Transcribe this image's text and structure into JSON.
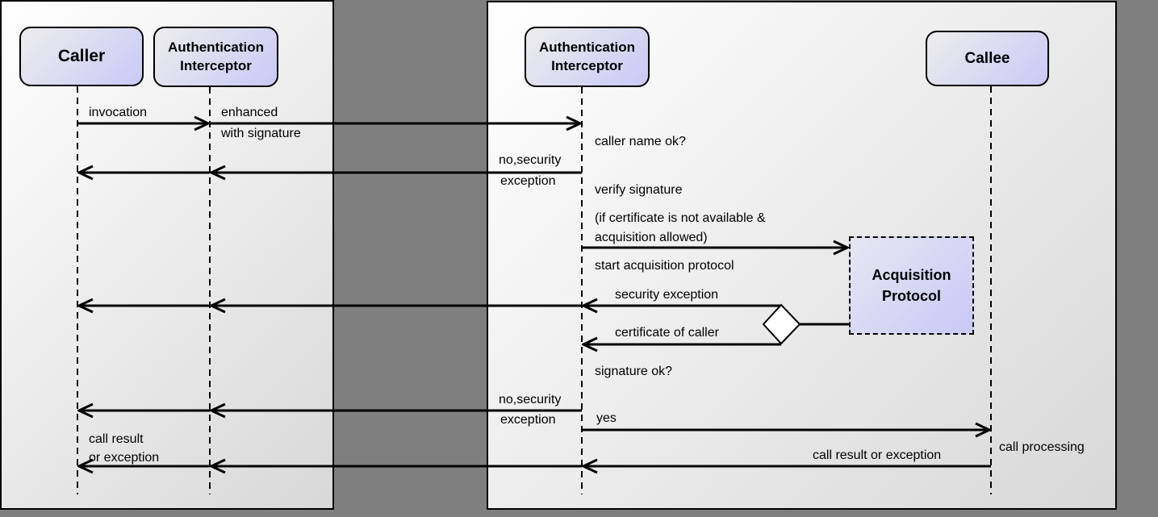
{
  "colors": {
    "canvas_bg": "#7f7f7f",
    "panel_border": "#000000",
    "panel_gradient_start": "#ffffff",
    "panel_gradient_end": "#d8d8d8",
    "box_gradient_start": "#ededed",
    "box_gradient_end": "#c9c9f7",
    "line": "#000000"
  },
  "left_panel": {
    "actors": {
      "caller": "Caller",
      "auth_interceptor": "Authentication\nInterceptor"
    },
    "messages": {
      "invocation": "invocation",
      "enhanced_l1": "enhanced",
      "enhanced_l2": "with signature",
      "call_result_l1": "call result",
      "call_result_l2": "or exception"
    }
  },
  "right_panel": {
    "actors": {
      "auth_interceptor": "Authentication\nInterceptor",
      "callee": "Callee"
    },
    "activity_box": "Acquisition\nProtocol",
    "messages": {
      "caller_name_ok": "caller name ok?",
      "no_security_l1": "no,security",
      "no_security_l2": "exception",
      "verify_signature": "verify signature",
      "if_certificate_l1": "(if certificate is not available &",
      "if_certificate_l2": "acquisition allowed)",
      "start_acquisition": "start acquisition protocol",
      "security_exception": "security exception",
      "certificate_of_caller": "certificate of caller",
      "signature_ok": "signature ok?",
      "no_security2_l1": "no,security",
      "no_security2_l2": "exception",
      "yes": "yes",
      "call_processing": "call processing",
      "call_result_or_exception": "call result or exception"
    }
  }
}
